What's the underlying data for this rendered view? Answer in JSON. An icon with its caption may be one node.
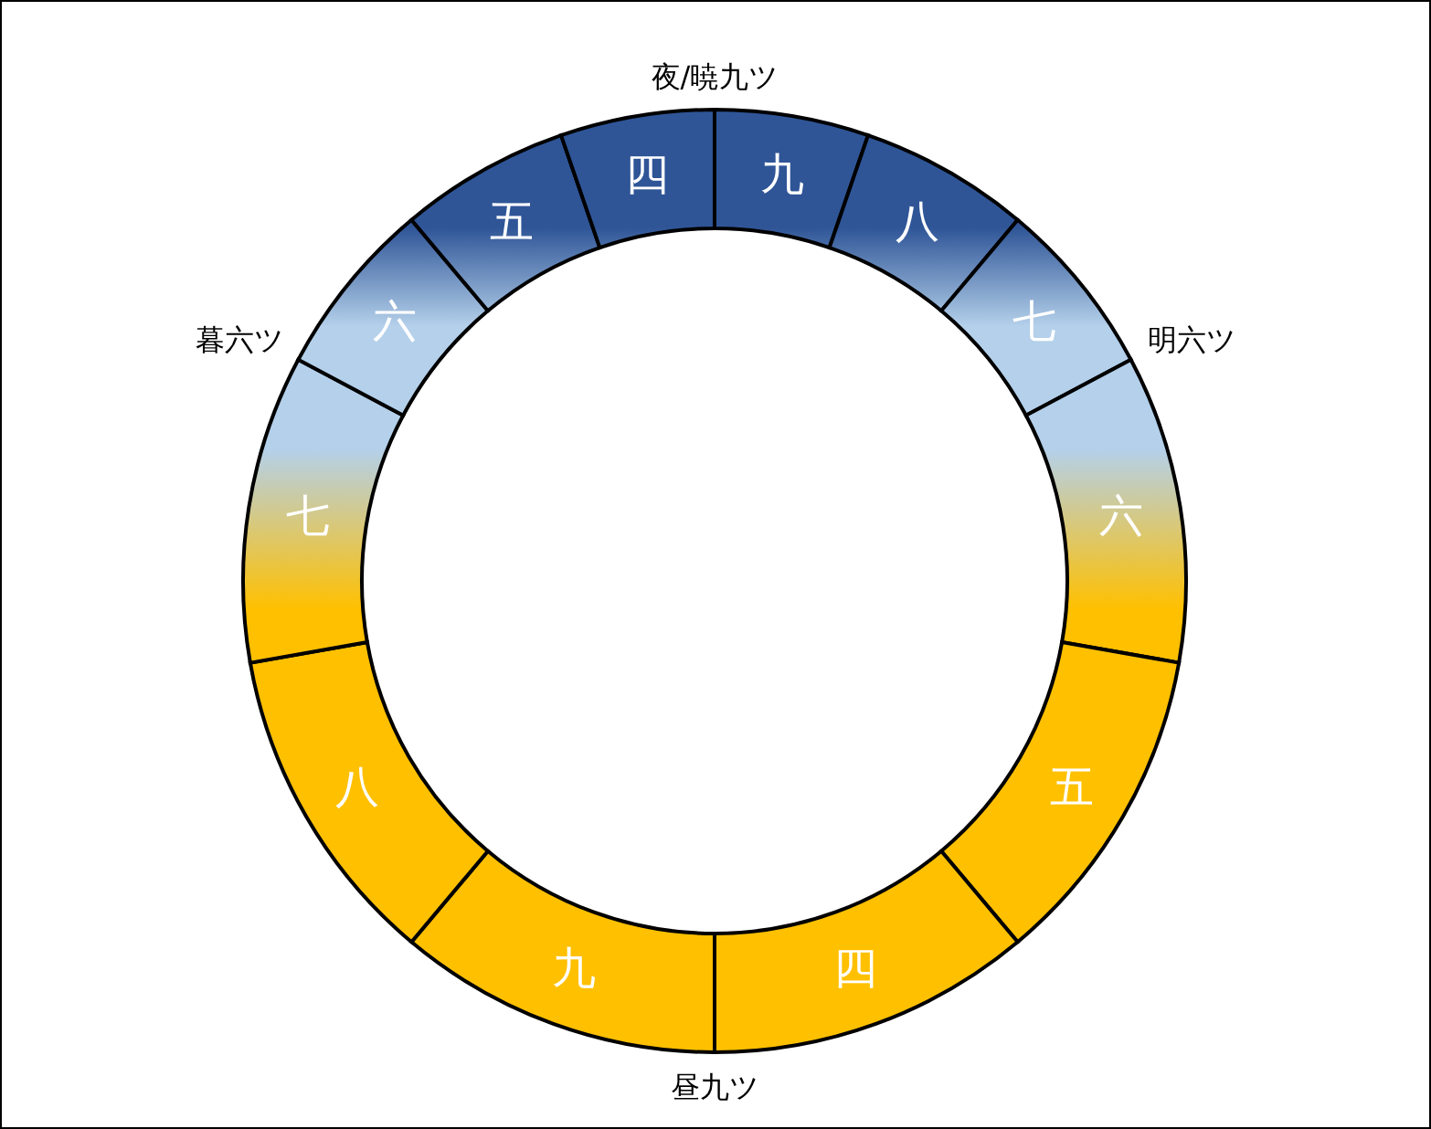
{
  "diagram": {
    "nodes": [
      {
        "text": [
          "九"
        ]
      },
      {
        "text": [
          "八"
        ]
      },
      {
        "text": [
          "七"
        ]
      },
      {
        "text": [
          "六"
        ]
      },
      {
        "text": [
          "五"
        ]
      },
      {
        "text": [
          "四"
        ]
      },
      {
        "text": [
          "九"
        ]
      },
      {
        "text": [
          "八"
        ]
      },
      {
        "text": [
          "七"
        ]
      },
      {
        "text": [
          "六"
        ]
      },
      {
        "text": [
          "五"
        ]
      },
      {
        "text": [
          "四"
        ]
      }
    ],
    "labels": [
      "夜/暁九ツ",
      "暮六ツ",
      "明六ツ",
      "昼九ツ"
    ]
  }
}
